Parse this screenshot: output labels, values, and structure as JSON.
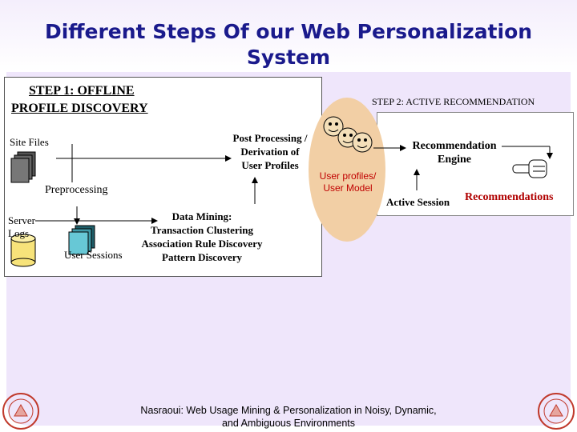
{
  "title": {
    "line1": "Different Steps Of our Web Personalization",
    "line2": "System"
  },
  "step1": {
    "heading_line1": "STEP 1: OFFLINE",
    "heading_line2": "PROFILE DISCOVERY",
    "site_files": "Site Files",
    "preprocessing": "Preprocessing",
    "server_logs_line1": "Server",
    "server_logs_line2": "Logs",
    "user_sessions": "User Sessions",
    "post_processing": [
      "Post Processing /",
      "Derivation of",
      "User Profiles"
    ],
    "data_mining": [
      "Data Mining:",
      "Transaction Clustering",
      "Association Rule Discovery",
      "Pattern Discovery"
    ]
  },
  "bridge": {
    "user_profiles": [
      "User profiles/",
      "User Model"
    ]
  },
  "step2": {
    "heading": "STEP 2: ACTIVE RECOMMENDATION",
    "engine": [
      "Recommendation",
      "Engine"
    ],
    "active_session": "Active Session",
    "recommendations": "Recommendations"
  },
  "footer": {
    "line1": "Nasraoui: Web Usage Mining & Personalization in Noisy, Dynamic,",
    "line2": "and Ambiguous Environments"
  },
  "colors": {
    "title": "#1a1a8c",
    "background": "#efe6fb",
    "user_model_ellipse": "#f2cfa5",
    "user_model_text": "#c00000",
    "recommendations_text": "#b00000",
    "seal": "#c0392b"
  },
  "icons": [
    "site-files-stack-icon",
    "server-cylinder-icon",
    "user-sessions-stack-icon",
    "user-faces-icon",
    "pointing-hand-icon",
    "university-seal-icon"
  ]
}
